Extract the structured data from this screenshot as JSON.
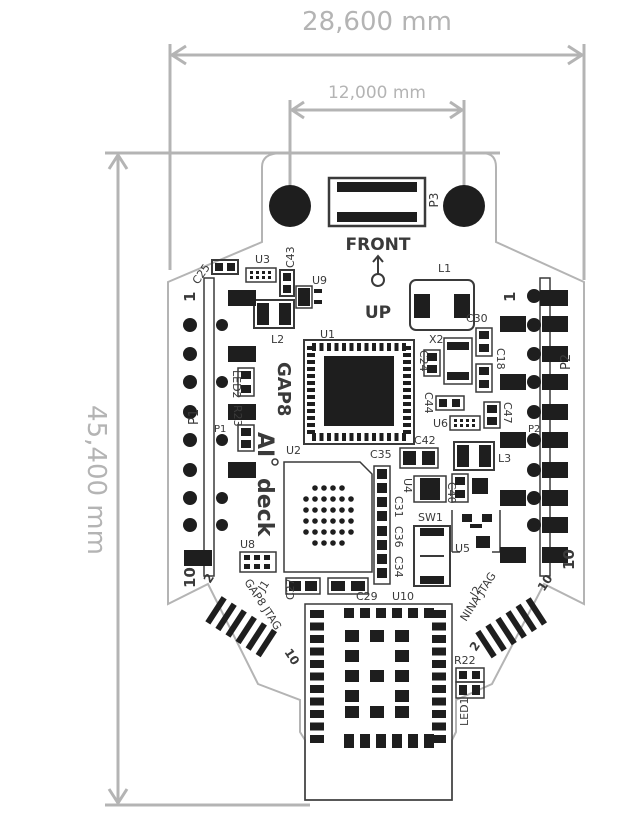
{
  "dimensions": {
    "width_total": "28,600 mm",
    "width_holes": "12,000 mm",
    "height_total": "45,400 mm"
  },
  "board": {
    "front": "FRONT",
    "up": "UP",
    "gap8": "GAP8",
    "ai": "AI",
    "deck": "deck",
    "gap8_jtag": "GAP8 JTAG",
    "nina_jtag": "NINA JTAG"
  },
  "pins": {
    "left_top": "1",
    "left_bottom": "10",
    "right_top": "1",
    "right_bottom": "10",
    "j1_two": "2",
    "j1_ten": "10",
    "j2_two": "2",
    "j2_ten": "10"
  },
  "refdes": {
    "p3": "P3",
    "c25": "C25",
    "u3": "U3",
    "c43": "C43",
    "u9": "U9",
    "l1": "L1",
    "l2": "L2",
    "u1": "U1",
    "x2": "X2",
    "c30": "C30",
    "c24": "C24",
    "c18": "C18",
    "led2": "LED2",
    "r23": "R23",
    "p1": "P1",
    "p1b": "P1",
    "p2": "P2",
    "p2b": "P2",
    "c44": "C44",
    "u6": "U6",
    "c47": "C47",
    "c42": "C42",
    "u2": "U2",
    "c35": "C35",
    "l3": "L3",
    "u4": "U4",
    "c40": "C40",
    "c31": "C31",
    "c36": "C36",
    "c34": "C34",
    "sw1": "SW1",
    "u5": "U5",
    "u8": "U8",
    "j1": "J1",
    "c27": "C27",
    "c29": "C29",
    "u10": "U10",
    "j2": "J2",
    "r22": "R22",
    "led1": "LED1"
  },
  "colors": {
    "dimension": "#b4b4b4",
    "outline": "#b4b4b4",
    "silkscreen": "#3a3a3a",
    "pad": "#1e1e1e"
  }
}
